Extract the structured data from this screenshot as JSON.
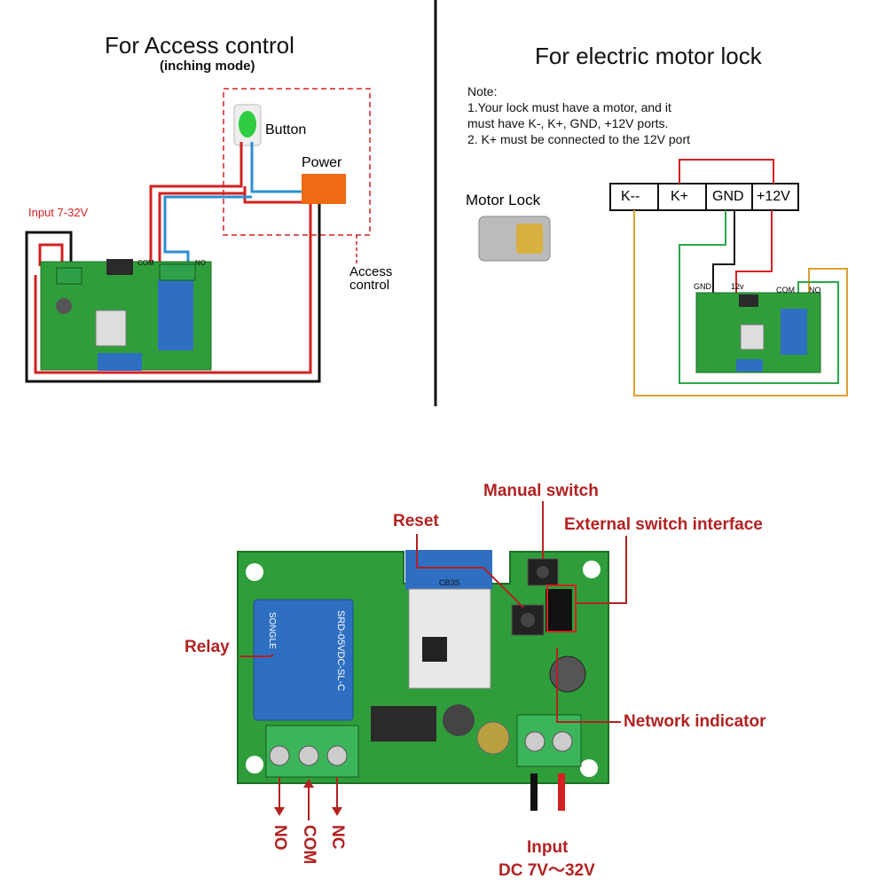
{
  "left_panel": {
    "title": "For Access control",
    "subtitle": "(inching mode)",
    "button_label": "Button",
    "power_label": "Power",
    "input_label": "Input 7-32V",
    "access_label_1": "Access",
    "access_label_2": "control",
    "com_label": "COM",
    "no_label": "NO"
  },
  "right_panel": {
    "title": "For electric motor lock",
    "note_title": "Note:",
    "note_1a": "1.Your lock must have a motor, and it",
    "note_1b": "must have K-, K+, GND, +12V ports.",
    "note_2": "2. K+ must be connected to the 12V port",
    "motor_lock_label": "Motor Lock",
    "terminals": [
      "K--",
      "K+",
      "GND",
      "+12V"
    ],
    "board_gnd": "GND",
    "board_12v": "12v",
    "board_com": "COM",
    "board_no": "NO"
  },
  "bottom_panel": {
    "manual_switch": "Manual switch",
    "reset": "Reset",
    "external_switch": "External switch interface",
    "relay": "Relay",
    "network_indicator": "Network indicator",
    "no": "NO",
    "com": "COM",
    "nc": "NC",
    "input_1": "Input",
    "input_2": "DC 7V～32V",
    "module_label": "CB3S",
    "relay_text_1": "SONGLE",
    "relay_text_2": "SRD-05VDC-SL-C"
  },
  "colors": {
    "wire_red": "#d42020",
    "wire_black": "#111111",
    "wire_blue": "#2b8fd1",
    "wire_green": "#2aa84a",
    "wire_orange": "#e0a030",
    "board_green": "#2f9e3a",
    "relay_blue": "#2f6fc2",
    "label_red": "#b22222",
    "power_orange": "#ef6a12"
  }
}
